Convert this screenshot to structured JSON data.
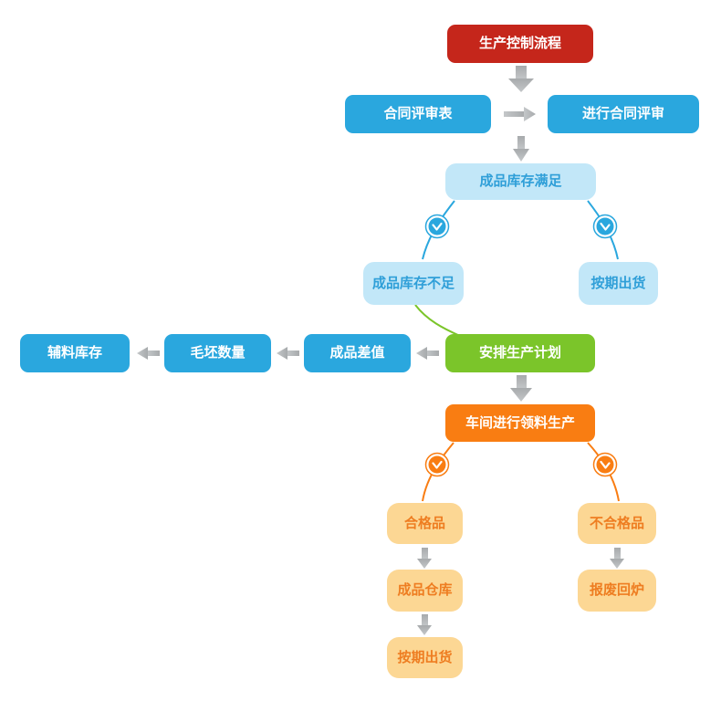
{
  "diagram": {
    "title": "生产控制流程",
    "nodes": {
      "start": {
        "label": "生产控制流程"
      },
      "contract_form": {
        "label": "合同评审表"
      },
      "contract_review": {
        "label": "进行合同评审"
      },
      "stock_ok": {
        "label": "成品库存满足"
      },
      "stock_short": {
        "label": "成品库存不足"
      },
      "ship_on_time_1": {
        "label": "按期出货"
      },
      "plan": {
        "label": "安排生产计划"
      },
      "product_diff": {
        "label": "成品差值"
      },
      "blank_qty": {
        "label": "毛坯数量"
      },
      "aux_stock": {
        "label": "辅料库存"
      },
      "workshop": {
        "label": "车间进行领料生产"
      },
      "qualified": {
        "label": "合格品"
      },
      "unqualified": {
        "label": "不合格品"
      },
      "warehouse": {
        "label": "成品仓库"
      },
      "scrap": {
        "label": "报废回炉"
      },
      "ship_on_time_2": {
        "label": "按期出货"
      }
    },
    "edges": [
      {
        "from": "start",
        "to": "contract_form_row",
        "connector": "gray-down-arrow"
      },
      {
        "from": "contract_form",
        "to": "contract_review",
        "connector": "gray-right-arrow"
      },
      {
        "from": "contract_review_row",
        "to": "stock_ok",
        "connector": "gray-down-arrow"
      },
      {
        "from": "stock_ok",
        "to": "stock_short",
        "connector": "blue-curve-clock"
      },
      {
        "from": "stock_ok",
        "to": "ship_on_time_1",
        "connector": "blue-curve-clock"
      },
      {
        "from": "stock_short",
        "to": "plan",
        "connector": "green-line"
      },
      {
        "from": "plan",
        "to": "product_diff",
        "connector": "gray-left-arrow"
      },
      {
        "from": "product_diff",
        "to": "blank_qty",
        "connector": "gray-left-arrow"
      },
      {
        "from": "blank_qty",
        "to": "aux_stock",
        "connector": "gray-left-arrow"
      },
      {
        "from": "plan",
        "to": "workshop",
        "connector": "gray-down-arrow"
      },
      {
        "from": "workshop",
        "to": "qualified",
        "connector": "orange-curve-clock"
      },
      {
        "from": "workshop",
        "to": "unqualified",
        "connector": "orange-curve-clock"
      },
      {
        "from": "qualified",
        "to": "warehouse",
        "connector": "gray-down-arrow"
      },
      {
        "from": "warehouse",
        "to": "ship_on_time_2",
        "connector": "gray-down-arrow"
      },
      {
        "from": "unqualified",
        "to": "scrap",
        "connector": "gray-down-arrow"
      }
    ],
    "icons": {
      "clock_blue": "clock-icon",
      "clock_orange": "clock-icon"
    },
    "colors": {
      "start_red": "#c5261b",
      "process_blue": "#2aa7de",
      "light_blue_fill": "#c2e7f8",
      "light_blue_text": "#2f9fd8",
      "plan_green": "#7bc52a",
      "workshop_orange": "#f97d12",
      "light_orange_fill": "#fcd794",
      "light_orange_text": "#ee7d21",
      "arrow_gray": "#b1b4b6"
    }
  }
}
